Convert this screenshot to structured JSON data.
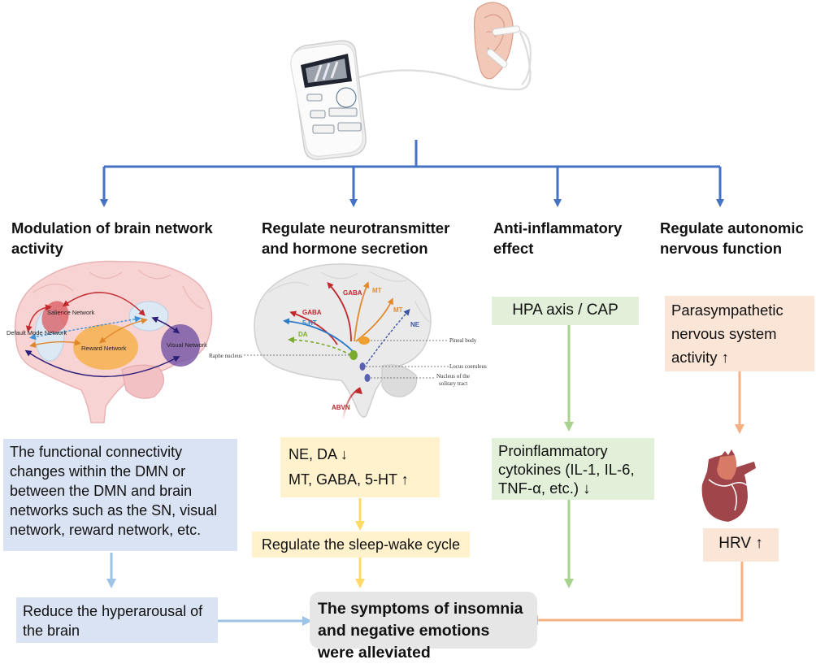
{
  "device": {
    "name": "taVNS stimulator device",
    "ear": "ear with electrodes"
  },
  "branches": [
    {
      "heading": "Modulation of brain network activity"
    },
    {
      "heading": "Regulate neurotransmitter and hormone secretion"
    },
    {
      "heading": "Anti-inflammatory effect"
    },
    {
      "heading": "Regulate autonomic nervous function"
    }
  ],
  "brain_networks": {
    "labels": {
      "salience": "Salience Network",
      "default_mode": "Default Mode Network",
      "reward": "Reward Network",
      "visual": "Visual Network"
    }
  },
  "brain_neuro": {
    "labels": {
      "gaba1": "GABA",
      "gaba2": "GABA",
      "mt1": "MT",
      "mt2": "MT",
      "ht": "5-HT",
      "da": "DA",
      "ne": "NE",
      "abvn": "ABVN",
      "pineal": "Pineal body",
      "raphe": "Raphe nucleus",
      "locus": "Locus coeruleus",
      "nucleus1": "Nucleus of the",
      "nucleus2": "solitary tract"
    }
  },
  "column1": {
    "connectivity": "The functional connectivity changes within the DMN or between the DMN and brain networks such as the SN, visual network, reward network, etc.",
    "hyperarousal": "Reduce the hyperarousal of the brain"
  },
  "column2": {
    "line1": "NE, DA ↓",
    "line2": "MT, GABA, 5-HT ↑",
    "sleep": "Regulate the sleep-wake cycle"
  },
  "column3": {
    "hpa": "HPA axis / CAP",
    "cytokines": "Proinflammatory cytokines (IL-1, IL-6, TNF-α, etc.) ↓"
  },
  "column4": {
    "parasympathetic": "Parasympathetic nervous system activity ↑",
    "hrv": "HRV ↑"
  },
  "outcome": "The symptoms of insomnia and negative emotions were alleviated",
  "colors": {
    "main_arrow": "#4472c4",
    "blue_box": "#dae3f3",
    "blue_arrow": "#9dc3e6",
    "yellow_box": "#fff2cc",
    "yellow_arrow": "#ffd966",
    "green_box": "#e2f0d9",
    "green_arrow": "#a9d18e",
    "peach_box": "#fbe5d6",
    "peach_arrow": "#f4b183",
    "final_box": "#e7e6e6"
  }
}
